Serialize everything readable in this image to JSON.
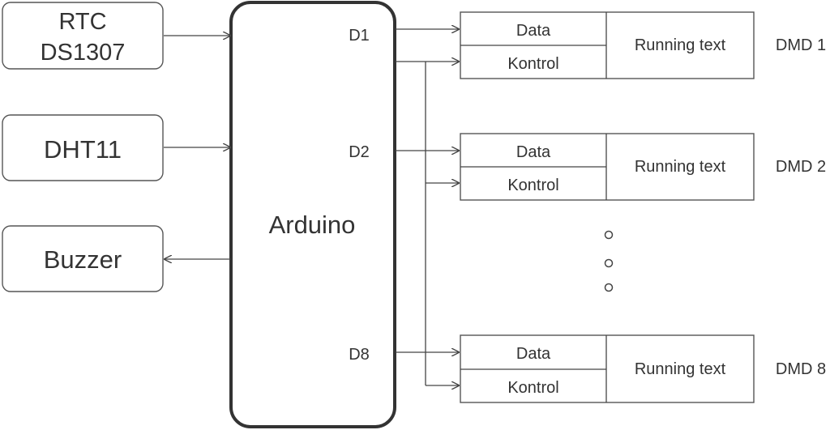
{
  "inputs": {
    "rtc": [
      "RTC",
      "DS1307"
    ],
    "dht": "DHT11",
    "buzzer": "Buzzer"
  },
  "controller": {
    "label": "Arduino",
    "pins": [
      "D1",
      "D2",
      "D8"
    ]
  },
  "displays": [
    {
      "data_label": "Data",
      "control_label": "Kontrol",
      "content_label": "Running text",
      "name": "DMD 1"
    },
    {
      "data_label": "Data",
      "control_label": "Kontrol",
      "content_label": "Running text",
      "name": "DMD 2"
    },
    {
      "data_label": "Data",
      "control_label": "Kontrol",
      "content_label": "Running text",
      "name": "DMD 8"
    }
  ],
  "colors": {
    "stroke": "#444444",
    "text": "#333333"
  }
}
